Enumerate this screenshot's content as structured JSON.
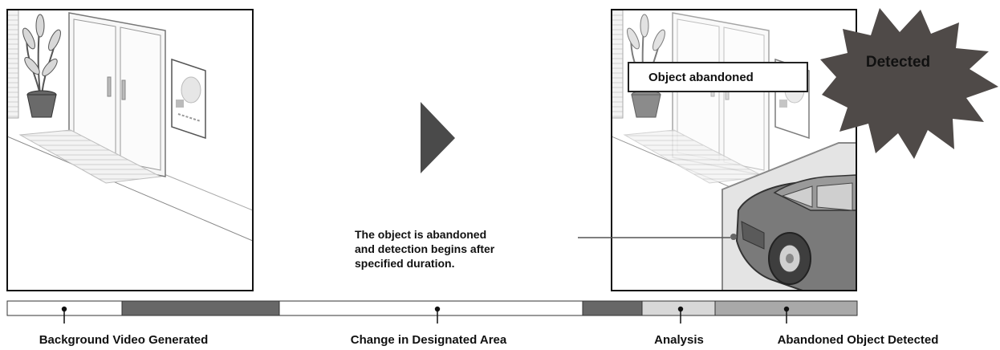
{
  "callouts": {
    "object_abandoned": "Object abandoned",
    "detected": "Detected",
    "note_line1": "The object is abandoned",
    "note_line2": "and detection begins after",
    "note_line3": "specified duration."
  },
  "timeline": {
    "labels": {
      "background": "Background Video Generated",
      "change": "Change in Designated Area",
      "analysis": "Analysis",
      "detected": "Abandoned Object Detected"
    },
    "colors": {
      "white": "#ffffff",
      "dark": "#676767",
      "light": "#d8d8d8",
      "medium": "#a9a9a9"
    }
  },
  "colors": {
    "burst": "#4f4a48",
    "burst_text": "#ffffff",
    "frame": "#111111",
    "arrow": "#4a4a4a"
  }
}
